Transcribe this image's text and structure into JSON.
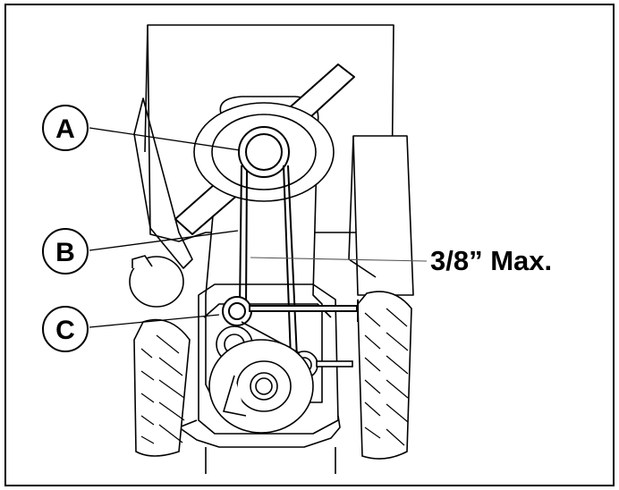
{
  "callouts": [
    {
      "label": "A"
    },
    {
      "label": "B"
    },
    {
      "label": "C"
    }
  ],
  "measurement": {
    "label": "3/8” Max."
  },
  "colors": {
    "line": "#000000",
    "background": "#ffffff",
    "leader": "#555555"
  }
}
